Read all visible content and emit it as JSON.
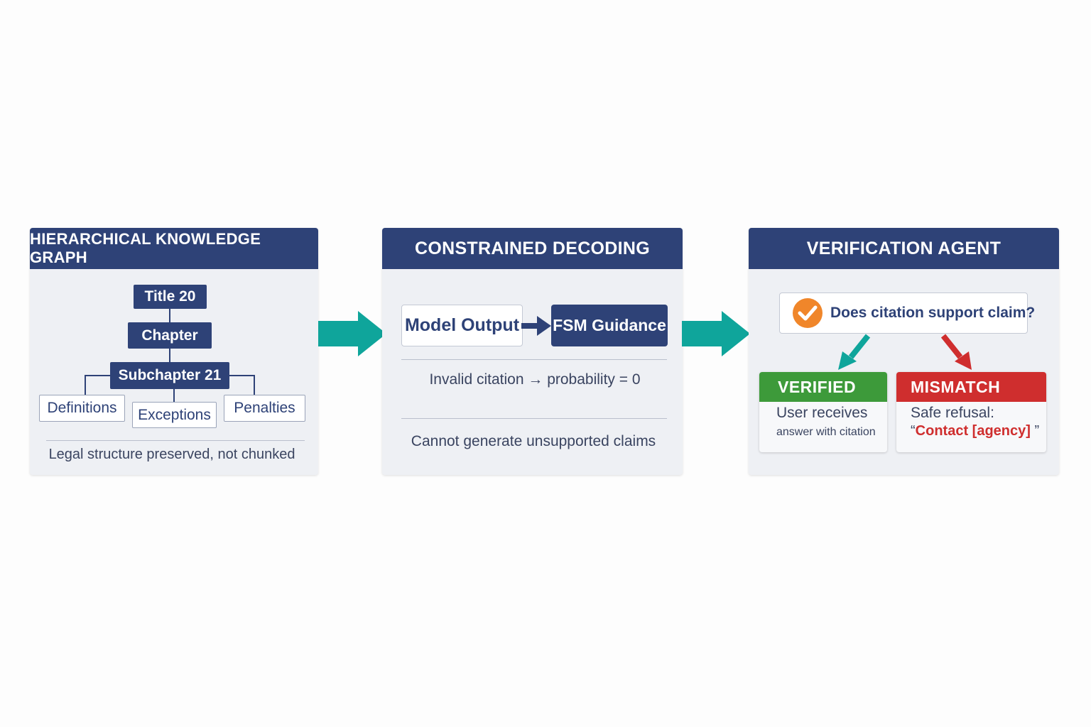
{
  "panels": {
    "knowledge_graph": {
      "title": "HIERARCHICAL KNOWLEDGE GRAPH",
      "nodes": {
        "title": "Title 20",
        "chapter": "Chapter",
        "subchapter": "Subchapter 21",
        "definitions": "Definitions",
        "exceptions": "Exceptions",
        "penalties": "Penalties"
      },
      "caption": "Legal structure preserved, not chunked"
    },
    "decoding": {
      "title": "CONSTRAINED DECODING",
      "model_output": "Model Output",
      "fsm_guidance": "FSM Guidance",
      "rule_text": "Invalid citation → probability = 0",
      "caption": "Cannot generate unsupported claims"
    },
    "verification": {
      "title": "VERIFICATION AGENT",
      "question": "Does citation support claim?",
      "verified": {
        "label": "VERIFIED",
        "line1": "User receives",
        "line2": "answer with citation"
      },
      "mismatch": {
        "label": "MISMATCH",
        "line1": "Safe refusal:",
        "open_quote": "“",
        "quote_text": "Contact [agency]",
        "close_quote": " ”"
      }
    }
  },
  "colors": {
    "navy": "#2e4277",
    "teal": "#0fa59b",
    "green": "#3d9a3a",
    "red": "#cf2e2e",
    "orange": "#f0862a"
  },
  "icons": {
    "check_badge": "orange-check-circle"
  }
}
